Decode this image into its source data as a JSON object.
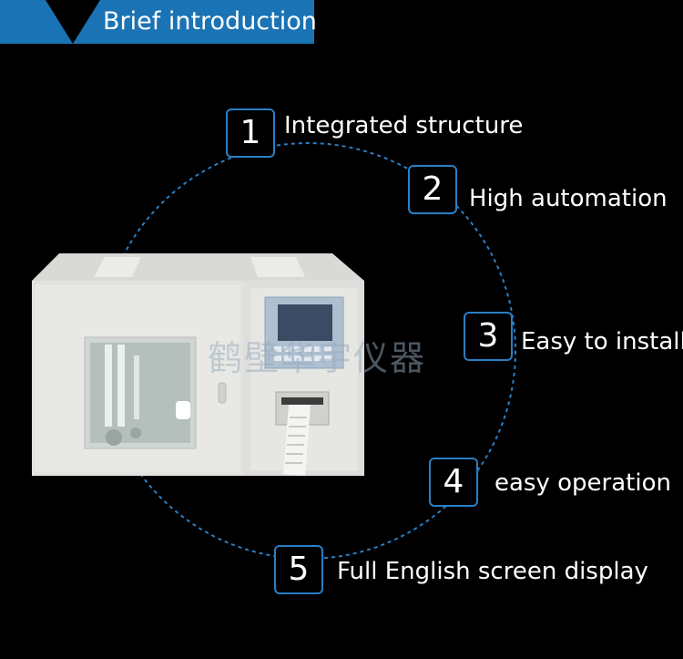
{
  "header": {
    "title": "Brief introduction"
  },
  "colors": {
    "accent": "#1a73b4",
    "badge_border": "#2a7fc4",
    "dashed_circle": "#2a7fc4",
    "background": "#000000"
  },
  "features": [
    {
      "number": "1",
      "label": "Integrated structure"
    },
    {
      "number": "2",
      "label": "High automation"
    },
    {
      "number": "3",
      "label": "Easy to install"
    },
    {
      "number": "4",
      "label": "easy operation"
    },
    {
      "number": "5",
      "label": "Full English screen display"
    }
  ],
  "watermark": {
    "text": "鹤壁华宇仪器"
  }
}
